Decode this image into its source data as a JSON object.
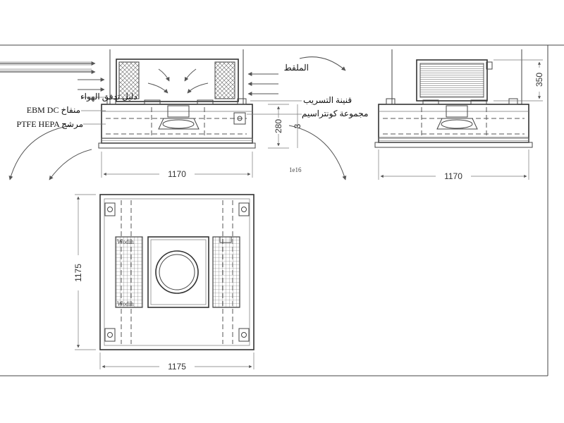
{
  "labels": {
    "air_flow_guide": "دليل تدفق الهواء",
    "ebm_fan": "EBM DC منفاخ",
    "hepa_filter": "PTFE HEPA مرشح",
    "intake": "الملقط",
    "drain_channel": "قنينة التسريب",
    "condenser_group": "مجموعة كونتراسيم"
  },
  "dimensions": {
    "front_width": "1170",
    "side_width": "1170",
    "plan_width": "1175",
    "plan_depth": "1175",
    "body_height": "280",
    "coil_height": "350",
    "side_offset": "3"
  },
  "annotations": {
    "note_code": "1e16",
    "brand_top": "Wodin",
    "brand_bottom": "Wodin"
  },
  "colors": {
    "line": "#444444",
    "hatch": "#555555",
    "background": "#ffffff"
  }
}
